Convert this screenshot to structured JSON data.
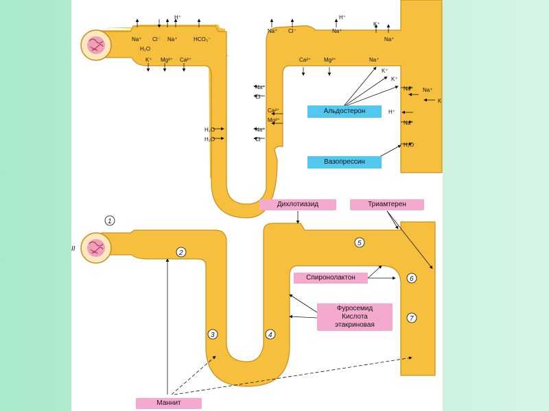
{
  "top_ions": {
    "na_1": "Na⁺",
    "cl_1": "Cl⁻",
    "h_1": "H⁺",
    "na_2": "Na⁺",
    "hco3": "HCO₃⁻",
    "h2o_1": "H₂O",
    "k_1": "K⁺",
    "mg_1": "Mg²⁺",
    "ca_1": "Ca²⁺",
    "na_3": "Na⁺",
    "cl_2": "Cl⁻",
    "na_4": "Na⁺",
    "cl_3": "Cl⁻",
    "ca_2": "Ca²⁺",
    "mg_2": "Mg²⁺",
    "h2o_2": "H₂O",
    "h2o_3": "H₂O",
    "na_5": "Na⁺",
    "cl_4": "Cl⁻",
    "na_6": "Na⁺",
    "cl_5": "Cl⁻",
    "h_2": "H⁺",
    "na_7": "Na⁺",
    "k_2": "K⁺",
    "na_8": "Na⁺",
    "ca_3": "Ca²⁺",
    "mg_3": "Mg²⁺",
    "na_9": "Na⁺",
    "k_3": "K⁺",
    "k_4": "K⁺",
    "na_10": "Na⁺",
    "na_11": "Na⁺",
    "k_5": "K",
    "h_3": "H⁺",
    "na_12": "Na⁺",
    "h2o_4": "H₂O"
  },
  "hormones": {
    "aldosterone": "Альдостерон",
    "vasopressin": "Вазопрессин"
  },
  "drugs": {
    "dichlothiazide": "Дихлотиазид",
    "triamterene": "Триамтерен",
    "spironolactone": "Спиронолактон",
    "furosemide_line1": "Фуросемид",
    "furosemide_line2": "Кислота",
    "furosemide_line3": "этакриновая",
    "mannitol": "Маннит"
  },
  "site_numbers": [
    "1",
    "2",
    "3",
    "4",
    "5",
    "6",
    "7"
  ],
  "panel_label": "II",
  "colors": {
    "tubule": "#f7bf3e",
    "tubule_outline": "#c98f1a",
    "hormone_box": "#52c8ee",
    "drug_box": "#f4a9cf",
    "glomerulus": "#e06aa8"
  }
}
